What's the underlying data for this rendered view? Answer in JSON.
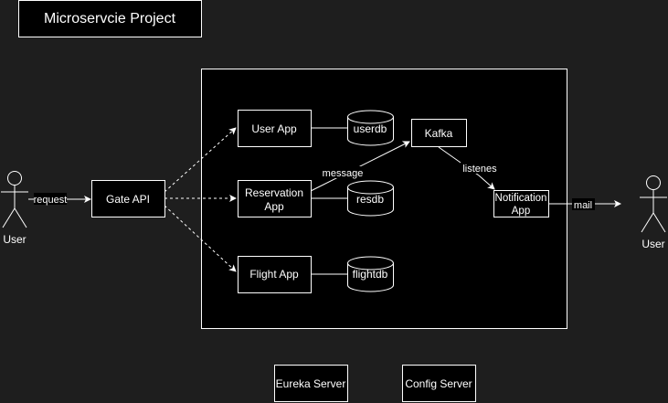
{
  "title": "Microservcie Project",
  "actors": {
    "left": "User",
    "right": "User"
  },
  "nodes": {
    "gate_api": "Gate API",
    "user_app": "User App",
    "reservation_app": [
      "Reservation",
      "App"
    ],
    "flight_app": "Flight App",
    "kafka": "Kafka",
    "notification_app": [
      "Notification",
      "App"
    ],
    "eureka_server": "Eureka Server",
    "config_server": "Config Server"
  },
  "databases": {
    "userdb": "userdb",
    "resdb": "resdb",
    "flightdb": "flightdb"
  },
  "edge_labels": {
    "request": "request",
    "message": "message",
    "listenes": "listenes",
    "mail": "mail"
  },
  "colors": {
    "background": "#1e1e1e",
    "shape_fill": "#000000",
    "stroke": "#ffffff",
    "text": "#ffffff"
  },
  "icons": {
    "actor": "stick-figure-icon",
    "database": "database-cylinder-icon"
  }
}
